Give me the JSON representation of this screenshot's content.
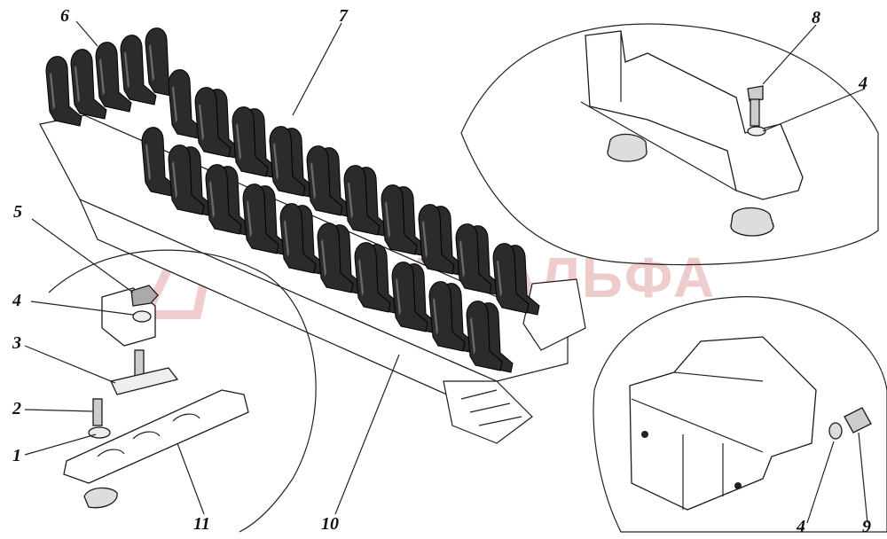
{
  "callouts": {
    "c1": "1",
    "c2": "2",
    "c3": "3",
    "c4a": "4",
    "c4b": "4",
    "c4c": "4",
    "c5": "5",
    "c6": "6",
    "c7": "7",
    "c8": "8",
    "c9": "9",
    "c10": "10",
    "c11": "11"
  },
  "watermark": {
    "text": "АЛЬФА",
    "color": "#e3a3a3"
  },
  "colors": {
    "seat": "#2b2b2b",
    "line": "#1a1a1a",
    "background": "#ffffff"
  }
}
